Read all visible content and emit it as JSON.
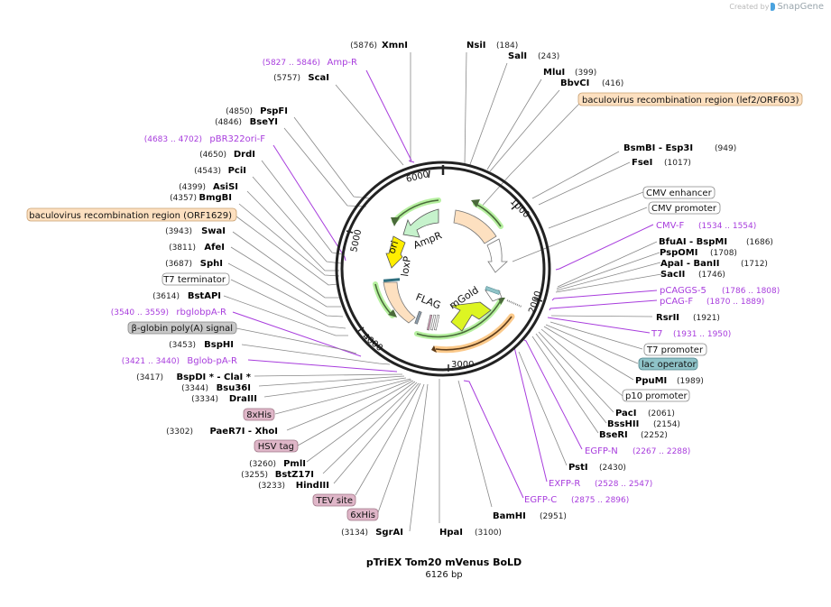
{
  "credit": {
    "prefix": "Created by",
    "brand": "SnapGene"
  },
  "plasmid": {
    "name": "pTriEX Tom20 mVenus BoLD",
    "length": "6126 bp"
  },
  "ticks": [
    "1000",
    "2000",
    "3000",
    "4000",
    "5000",
    "6000"
  ],
  "inner_labels": {
    "ampr": "AmpR",
    "ori": "ori",
    "loxp": "loxP",
    "flag": "FLAG",
    "mgold": "mGold"
  },
  "left_labels": [
    {
      "kind": "site",
      "pos": "(5876)",
      "name": "XmnI"
    },
    {
      "kind": "primer",
      "pos": "(5827 .. 5846)",
      "name": "Amp-R"
    },
    {
      "kind": "site",
      "pos": "(5757)",
      "name": "ScaI"
    },
    {
      "kind": "site",
      "pos": "(4850)",
      "name": "PspFI"
    },
    {
      "kind": "site",
      "pos": "(4846)",
      "name": "BseYI"
    },
    {
      "kind": "primer",
      "pos": "(4683 .. 4702)",
      "name": "pBR322ori-F"
    },
    {
      "kind": "site",
      "pos": "(4650)",
      "name": "DrdI"
    },
    {
      "kind": "site",
      "pos": "(4543)",
      "name": "PciI"
    },
    {
      "kind": "site",
      "pos": "(4399)",
      "name": "AsiSI"
    },
    {
      "kind": "site",
      "pos": "(4357)",
      "name": "BmgBI"
    },
    {
      "kind": "feature",
      "name": "baculovirus recombination region (ORF1629)",
      "color": "#fde0c0",
      "border": "#c8a070"
    },
    {
      "kind": "site",
      "pos": "(3943)",
      "name": "SwaI"
    },
    {
      "kind": "site",
      "pos": "(3811)",
      "name": "AfeI"
    },
    {
      "kind": "site",
      "pos": "(3687)",
      "name": "SphI"
    },
    {
      "kind": "feature",
      "name": "T7 terminator",
      "color": "#ffffff",
      "border": "#888888"
    },
    {
      "kind": "site",
      "pos": "(3614)",
      "name": "BstAPI"
    },
    {
      "kind": "primer",
      "pos": "(3540 .. 3559)",
      "name": "rbglobpA-R"
    },
    {
      "kind": "feature",
      "name": "β-globin poly(A) signal",
      "color": "#c8c8c8",
      "border": "#888888"
    },
    {
      "kind": "site",
      "pos": "(3453)",
      "name": "BspHI"
    },
    {
      "kind": "primer",
      "pos": "(3421 .. 3440)",
      "name": "Bglob-pA-R"
    },
    {
      "kind": "site",
      "pos": "(3417)",
      "name": "BspDI *  - ClaI *"
    },
    {
      "kind": "site",
      "pos": "(3344)",
      "name": "Bsu36I"
    },
    {
      "kind": "site",
      "pos": "(3334)",
      "name": "DraIII"
    },
    {
      "kind": "feature",
      "name": "8xHis",
      "color": "#dfb6c8",
      "border": "#a07888"
    },
    {
      "kind": "site",
      "pos": "(3302)",
      "name": "PaeR7I   - XhoI"
    },
    {
      "kind": "feature",
      "name": "HSV tag",
      "color": "#dfb6c8",
      "border": "#a07888"
    },
    {
      "kind": "site",
      "pos": "(3260)",
      "name": "PmlI"
    },
    {
      "kind": "site",
      "pos": "(3255)",
      "name": "BstZ17I"
    },
    {
      "kind": "site",
      "pos": "(3233)",
      "name": "HindIII"
    },
    {
      "kind": "feature",
      "name": "TEV site",
      "color": "#dfb6c8",
      "border": "#a07888"
    },
    {
      "kind": "feature",
      "name": "6xHis",
      "color": "#dfb6c8",
      "border": "#a07888"
    },
    {
      "kind": "site",
      "pos": "(3134)",
      "name": "SgrAI"
    }
  ],
  "right_labels": [
    {
      "kind": "site",
      "name": "NsiI",
      "pos": "(184)"
    },
    {
      "kind": "site",
      "name": "SalI",
      "pos": "(243)"
    },
    {
      "kind": "site",
      "name": "MluI",
      "pos": "(399)"
    },
    {
      "kind": "site",
      "name": "BbvCI",
      "pos": "(416)"
    },
    {
      "kind": "feature",
      "name": "baculovirus recombination region (lef2/ORF603)",
      "color": "#fde0c0",
      "border": "#c8a070"
    },
    {
      "kind": "site",
      "name": "BsmBI    - Esp3I",
      "pos": "(949)"
    },
    {
      "kind": "site",
      "name": "FseI",
      "pos": "(1017)"
    },
    {
      "kind": "feature",
      "name": "CMV enhancer",
      "color": "#ffffff",
      "border": "#888888"
    },
    {
      "kind": "feature",
      "name": "CMV promoter",
      "color": "#ffffff",
      "border": "#888888"
    },
    {
      "kind": "primer",
      "name": "CMV-F",
      "pos": "(1534 .. 1554)"
    },
    {
      "kind": "site",
      "name": "BfuAI   - BspMI",
      "pos": "(1686)"
    },
    {
      "kind": "site",
      "name": "PspOMI",
      "pos": "(1708)"
    },
    {
      "kind": "site",
      "name": "ApaI   - BanII",
      "pos": "(1712)"
    },
    {
      "kind": "site",
      "name": "SacII",
      "pos": "(1746)"
    },
    {
      "kind": "primer",
      "name": "pCAGGS-5",
      "pos": "(1786 .. 1808)"
    },
    {
      "kind": "primer",
      "name": "pCAG-F",
      "pos": "(1870 .. 1889)"
    },
    {
      "kind": "site",
      "name": "RsrII",
      "pos": "(1921)"
    },
    {
      "kind": "primer",
      "name": "T7",
      "pos": "(1931 .. 1950)"
    },
    {
      "kind": "feature",
      "name": "T7 promoter",
      "color": "#ffffff",
      "border": "#888888"
    },
    {
      "kind": "feature",
      "name": "lac operator",
      "color": "#8fc3c8",
      "border": "#4a8088"
    },
    {
      "kind": "site",
      "name": "PpuMI",
      "pos": "(1989)"
    },
    {
      "kind": "feature",
      "name": "p10 promoter",
      "color": "#ffffff",
      "border": "#888888"
    },
    {
      "kind": "site",
      "name": "PacI",
      "pos": "(2061)"
    },
    {
      "kind": "site",
      "name": "BssHII",
      "pos": "(2154)"
    },
    {
      "kind": "site",
      "name": "BseRI",
      "pos": "(2252)"
    },
    {
      "kind": "primer",
      "name": "EGFP-N",
      "pos": "(2267 .. 2288)"
    },
    {
      "kind": "site",
      "name": "PstI",
      "pos": "(2430)"
    },
    {
      "kind": "primer",
      "name": "EXFP-R",
      "pos": "(2528 .. 2547)"
    },
    {
      "kind": "primer",
      "name": "EGFP-C",
      "pos": "(2875 .. 2896)"
    },
    {
      "kind": "site",
      "name": "BamHI",
      "pos": "(2951)"
    },
    {
      "kind": "site",
      "name": "HpaI",
      "pos": "(3100)"
    }
  ],
  "colors": {
    "backbone": "#222222",
    "primer": "#a83ddd",
    "orf_arrow": "#c2f0c2",
    "orf_glow": "#9fe08a",
    "ori": "#ffee00",
    "mgold": "#ddf522",
    "recomb": "#fde0c0",
    "orange_orf": "#fbc98a"
  }
}
